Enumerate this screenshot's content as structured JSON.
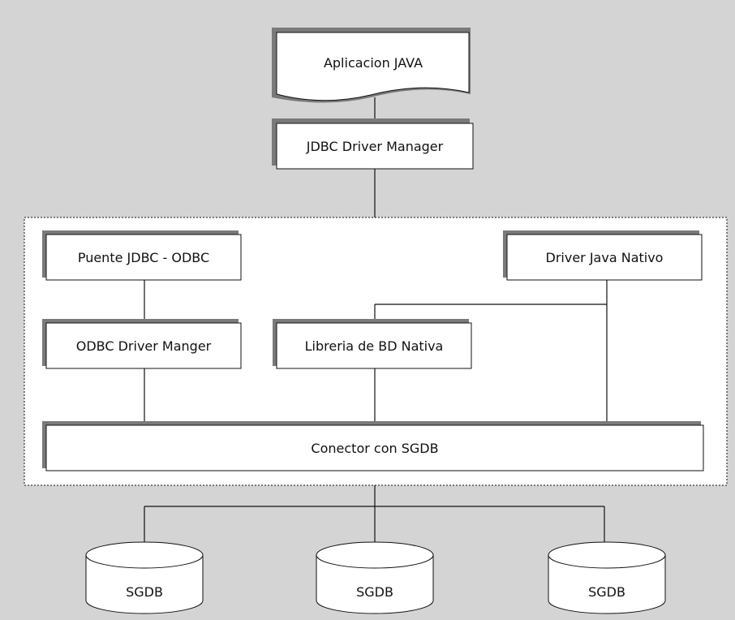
{
  "diagram": {
    "app": "Aplicacion JAVA",
    "driver_manager": "JDBC Driver Manager",
    "bridge": "Puente JDBC - ODBC",
    "native_driver": "Driver Java Nativo",
    "odbc_manager": "ODBC Driver Manger",
    "native_library": "Libreria de BD Nativa",
    "connector": "Conector con SGDB",
    "databases": [
      "SGDB",
      "SGDB",
      "SGDB"
    ]
  },
  "colors": {
    "background": "#d4d4d4",
    "box_fill": "#ffffff",
    "shadow": "#7a7a7a",
    "line": "#111111"
  }
}
